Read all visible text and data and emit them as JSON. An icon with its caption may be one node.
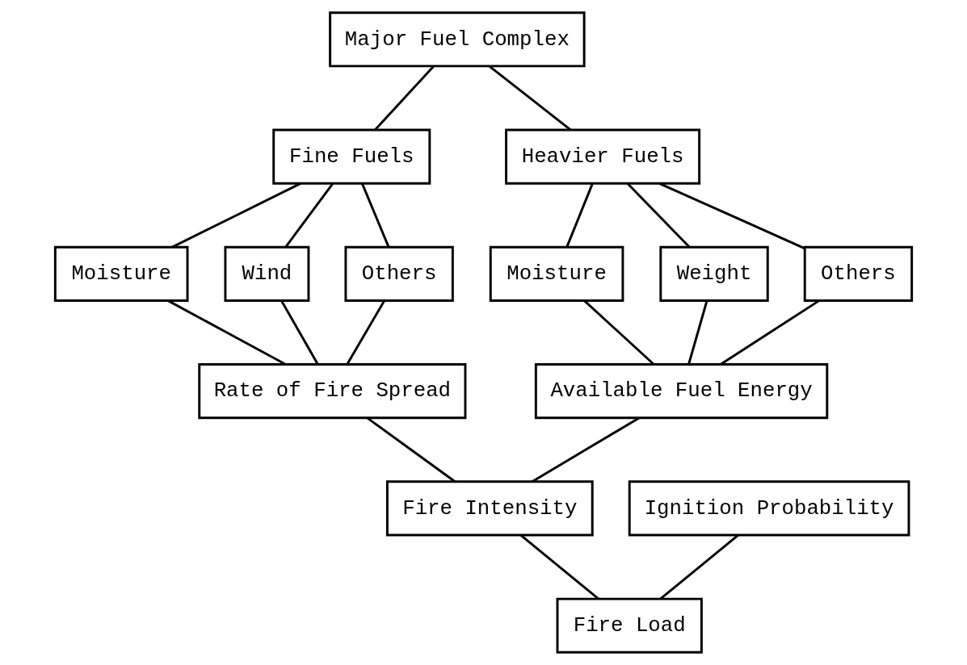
{
  "diagram": {
    "nodes": [
      {
        "text": [
          "Major Fuel Complex"
        ]
      },
      {
        "text": [
          "Fine Fuels"
        ]
      },
      {
        "text": [
          "Heavier Fuels"
        ]
      },
      {
        "text": [
          "Moisture"
        ]
      },
      {
        "text": [
          "Wind"
        ]
      },
      {
        "text": [
          "Others"
        ]
      },
      {
        "text": [
          "Moisture"
        ]
      },
      {
        "text": [
          "Weight"
        ]
      },
      {
        "text": [
          "Others"
        ]
      },
      {
        "text": [
          "Rate of Fire Spread"
        ]
      },
      {
        "text": [
          "Available Fuel Energy"
        ]
      },
      {
        "text": [
          "Ignition Probability"
        ]
      },
      {
        "text": [
          "Fire Intensity"
        ]
      },
      {
        "text": [
          "Fire Load"
        ]
      }
    ],
    "edges": [
      {
        "from": 0,
        "to": 1,
        "arrow": "none"
      },
      {
        "from": 0,
        "to": 2,
        "arrow": "none"
      },
      {
        "from": 1,
        "to": 3,
        "arrow": "none"
      },
      {
        "from": 1,
        "to": 4,
        "arrow": "none"
      },
      {
        "from": 1,
        "to": 5,
        "arrow": "none"
      },
      {
        "from": 2,
        "to": 6,
        "arrow": "none"
      },
      {
        "from": 2,
        "to": 7,
        "arrow": "none"
      },
      {
        "from": 2,
        "to": 8,
        "arrow": "none"
      },
      {
        "from": 3,
        "to": 9,
        "arrow": "none"
      },
      {
        "from": 4,
        "to": 9,
        "arrow": "none"
      },
      {
        "from": 5,
        "to": 9,
        "arrow": "none"
      },
      {
        "from": 6,
        "to": 10,
        "arrow": "none"
      },
      {
        "from": 7,
        "to": 10,
        "arrow": "none"
      },
      {
        "from": 8,
        "to": 10,
        "arrow": "none"
      },
      {
        "from": 9,
        "to": 12,
        "arrow": "none"
      },
      {
        "from": 10,
        "to": 12,
        "arrow": "none"
      },
      {
        "from": 11,
        "to": 13,
        "arrow": "none"
      },
      {
        "from": 12,
        "to": 13,
        "arrow": "none"
      }
    ]
  }
}
